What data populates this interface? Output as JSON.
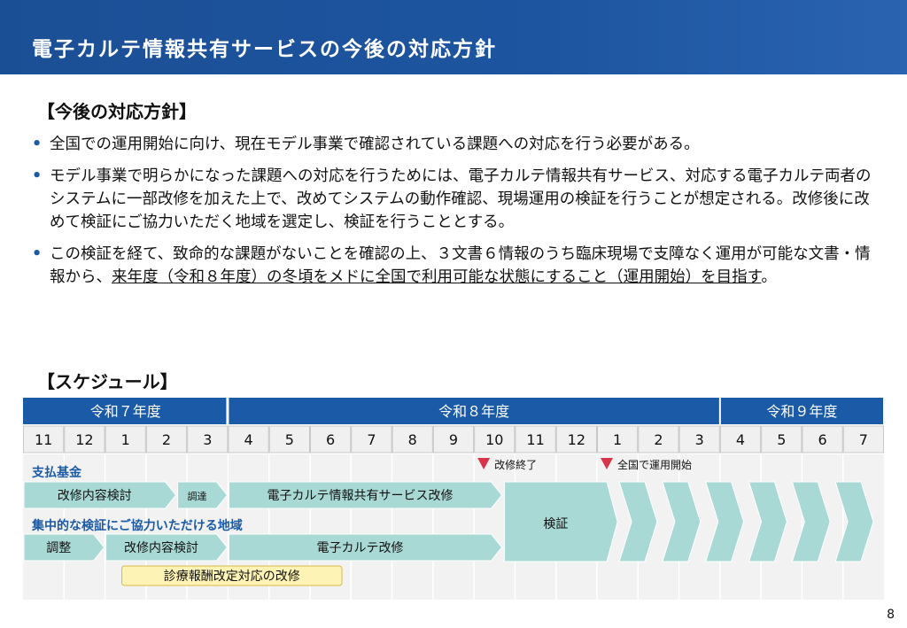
{
  "header": {
    "title": "電子カルテ情報共有サービスの今後の対応方針"
  },
  "policy": {
    "heading": "【今後の対応方針】",
    "bullets": [
      {
        "text": "全国での運用開始に向け、現在モデル事業で確認されている課題への対応を行う必要がある。"
      },
      {
        "text": "モデル事業で明らかになった課題への対応を行うためには、電子カルテ情報共有サービス、対応する電子カルテ両者のシステムに一部改修を加えた上で、改めてシステムの動作確認、現場運用の検証を行うことが想定される。改修後に改めて検証にご協力いただく地域を選定し、検証を行うこととする。"
      },
      {
        "text_before": "この検証を経て、致命的な課題がないことを確認の上、３文書６情報のうち臨床現場で支障なく運用が可能な文書・情報から、",
        "text_underlined": "来年度（令和８年度）の冬頃をメドに全国で利用可能な状態にすること（運用開始）を目指す",
        "text_after": "。"
      }
    ]
  },
  "schedule": {
    "heading": "【スケジュール】",
    "years": [
      {
        "label": "令和７年度",
        "span": 5
      },
      {
        "label": "令和８年度",
        "span": 12
      },
      {
        "label": "令和９年度",
        "span": 4
      }
    ],
    "months": [
      "11",
      "12",
      "1",
      "2",
      "3",
      "4",
      "5",
      "6",
      "7",
      "8",
      "9",
      "10",
      "11",
      "12",
      "1",
      "2",
      "3",
      "4",
      "5",
      "6",
      "7"
    ],
    "lanes": [
      {
        "label": "支払基金"
      },
      {
        "label": "集中的な検証にご協力いただける地域"
      }
    ],
    "milestones": [
      {
        "label": "改修終了",
        "month_index": 11
      },
      {
        "label": "全国で運用開始",
        "month_index": 14
      }
    ],
    "tasks": [
      {
        "label": "改修内容検討",
        "row": 0,
        "start": 0,
        "end": 3.75
      },
      {
        "label": "調達",
        "row": 0,
        "start": 3.75,
        "end": 5
      },
      {
        "label": "電子カルテ情報共有サービス改修",
        "row": 0,
        "start": 5,
        "end": 11.7
      },
      {
        "label": "調整",
        "row": 1,
        "start": 0,
        "end": 2
      },
      {
        "label": "改修内容検討",
        "row": 1,
        "start": 2,
        "end": 5
      },
      {
        "label": "電子カルテ改修",
        "row": 1,
        "start": 5,
        "end": 11.7
      },
      {
        "label": "診療報酬改定対応の改修",
        "row": 2,
        "start": 2,
        "end": 7.8
      }
    ],
    "verification": {
      "label": "検証",
      "start": 11.7,
      "end": 14.5,
      "chevron_count": 6
    },
    "colors": {
      "header_blue": "#1b5aa6",
      "month_bg": "#f0f0f0",
      "lane_text": "#1b5aa6",
      "task_fill": "#a8d9d4",
      "verify_fill": "#a8d9d4",
      "milestone": "#d9334a",
      "note_fill": "#fdf3b5",
      "note_border": "#d8b84a"
    }
  },
  "page_number": "8"
}
